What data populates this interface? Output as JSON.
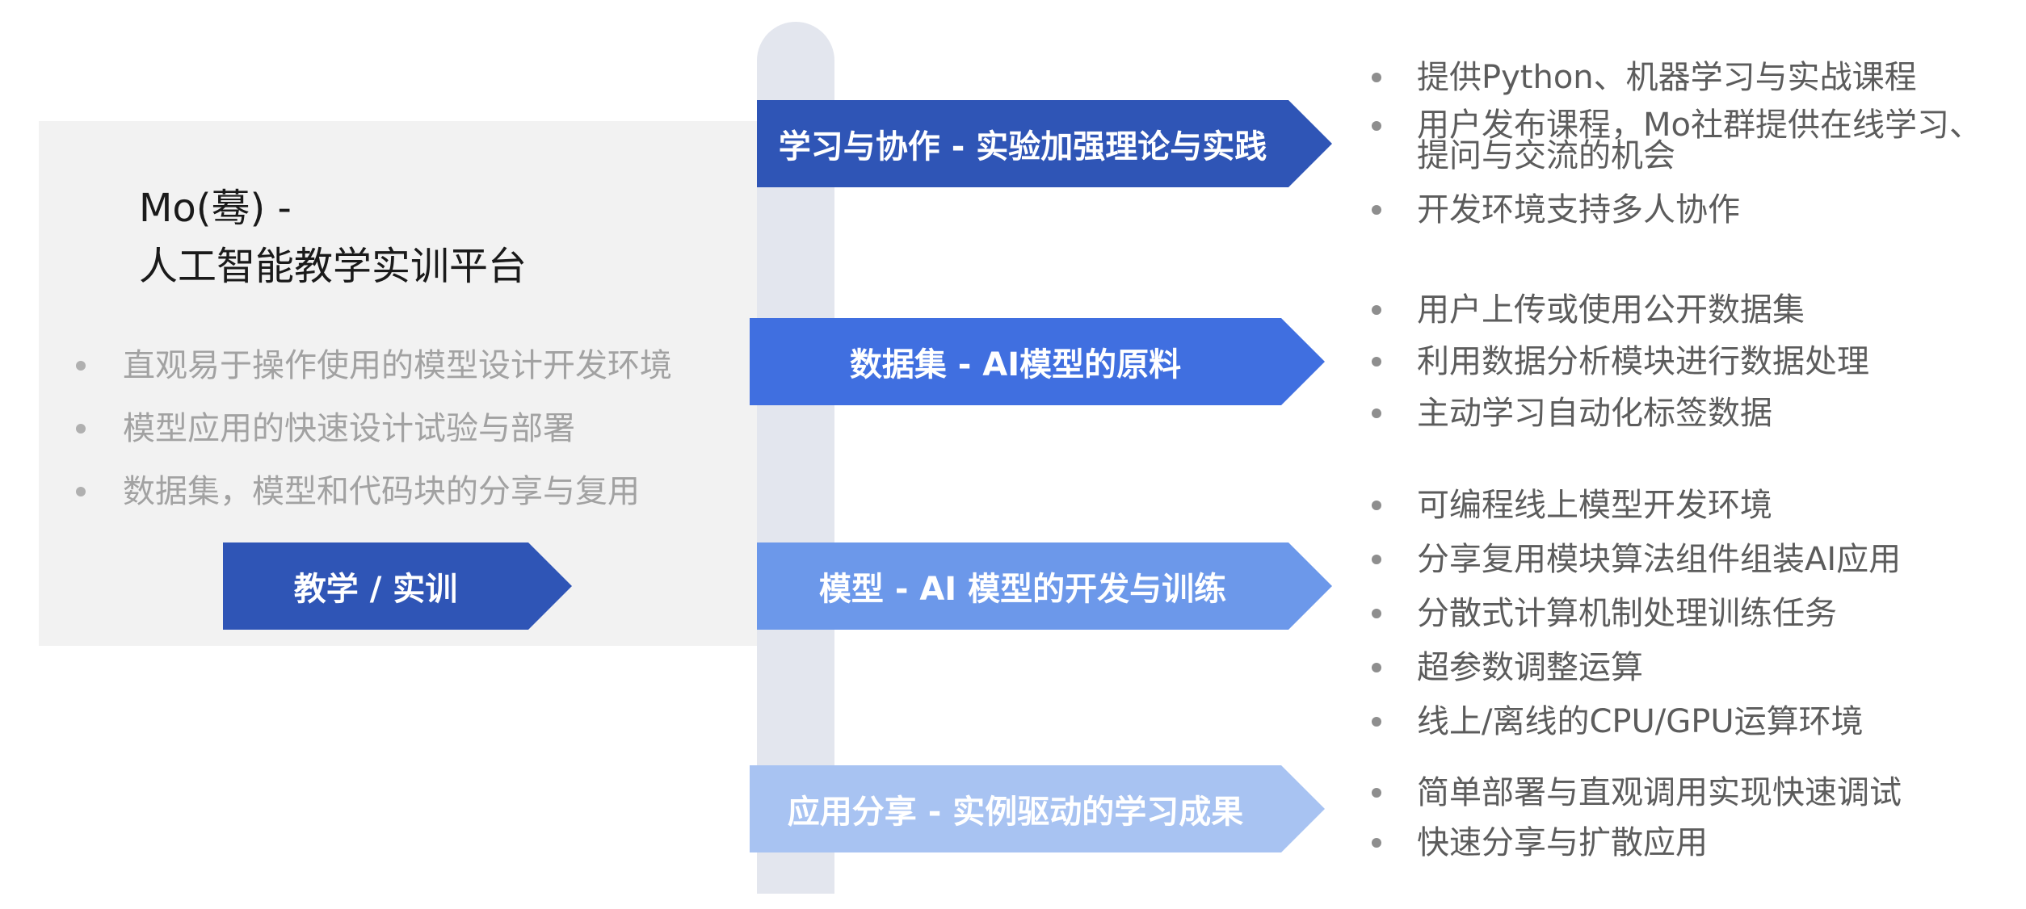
{
  "left": {
    "title_line1": "Mo(蓦) -",
    "title_line2": "人工智能教学实训平台",
    "bullets": [
      "直观易于操作使用的模型设计开发环境",
      "模型应用的快速设计试验与部署",
      "数据集，模型和代码块的分享与复用"
    ],
    "button_label": "教学 / 实训"
  },
  "stages": [
    {
      "label": "学习与协作 - 实验加强理论与实践",
      "color": "#2f55b6",
      "bullets": [
        "提供Python、机器学习与实战课程",
        "用户发布课程，Mo社群提供在线学习、",
        "提问与交流的机会",
        "开发环境支持多人协作"
      ]
    },
    {
      "label": "数据集 - AI模型的原料",
      "color": "#406fe0",
      "bullets": [
        "用户上传或使用公开数据集",
        "利用数据分析模块进行数据处理",
        "主动学习自动化标签数据"
      ]
    },
    {
      "label": "模型 - AI 模型的开发与训练",
      "color": "#6c98ea",
      "bullets": [
        "可编程线上模型开发环境",
        "分享复用模块算法组件组装AI应用",
        "分散式计算机制处理训练任务",
        "超参数调整运算",
        "线上/离线的CPU/GPU运算环境"
      ]
    },
    {
      "label": "应用分享 - 实例驱动的学习成果",
      "color": "#a8c3f2",
      "bullets": [
        "简单部署与直观调用实现快速调试",
        "快速分享与扩散应用"
      ]
    }
  ]
}
